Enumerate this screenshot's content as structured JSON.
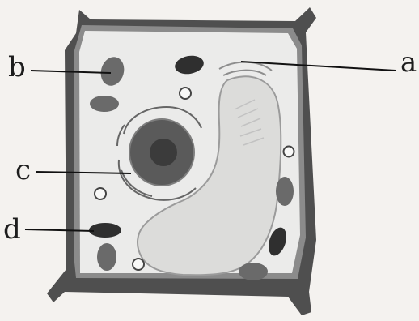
{
  "labels": {
    "a": "a",
    "b": "b",
    "c": "c",
    "d": "d"
  },
  "colors": {
    "background": "#f4f2ef",
    "cell_wall": "#4f4f4f",
    "membrane_band": "#8b8b8b",
    "cytoplasm": "#ebebea",
    "vacuole": "#dcdcda",
    "nucleus_outer": "#5a5a5a",
    "nucleus_inner": "#3b3b3b",
    "organelle_dark": "#2f2f2f",
    "organelle_light": "#6a6a6a",
    "line": "#111111"
  }
}
